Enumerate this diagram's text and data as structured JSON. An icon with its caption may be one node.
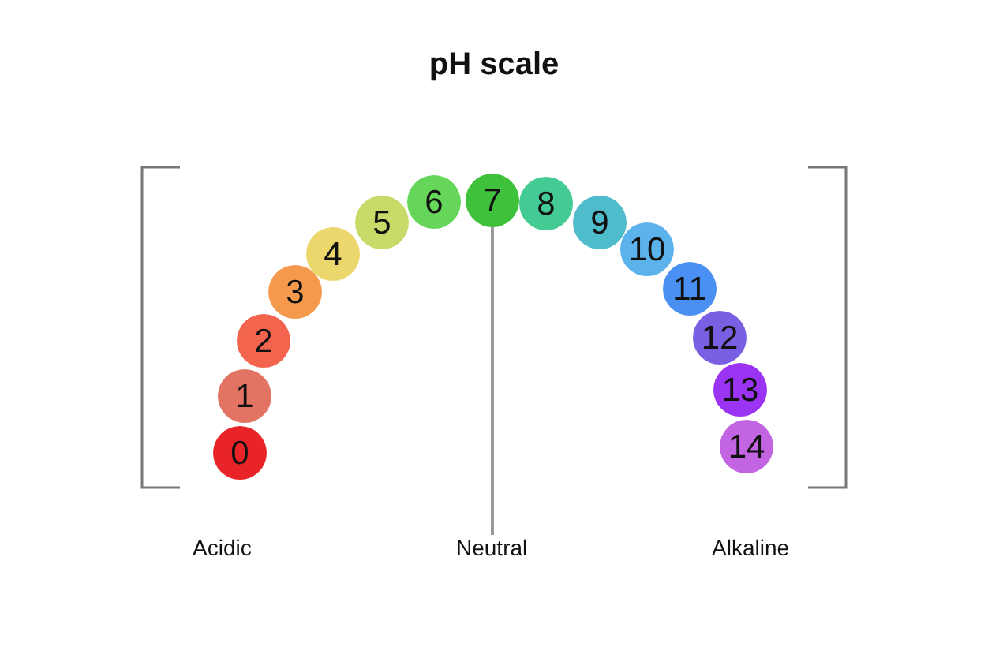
{
  "diagram": {
    "title": "pH scale",
    "nodes": [
      {
        "text": [
          "0"
        ]
      },
      {
        "text": [
          "1"
        ]
      },
      {
        "text": [
          "2"
        ]
      },
      {
        "text": [
          "3"
        ]
      },
      {
        "text": [
          "4"
        ]
      },
      {
        "text": [
          "5"
        ]
      },
      {
        "text": [
          "6"
        ]
      },
      {
        "text": [
          "7"
        ]
      },
      {
        "text": [
          "8"
        ]
      },
      {
        "text": [
          "9"
        ]
      },
      {
        "text": [
          "10"
        ]
      },
      {
        "text": [
          "11"
        ]
      },
      {
        "text": [
          "12"
        ]
      },
      {
        "text": [
          "13"
        ]
      },
      {
        "text": [
          "14"
        ]
      },
      {
        "text": [
          "Neutral"
        ]
      }
    ],
    "edges": [
      {
        "from": 15,
        "to": 7,
        "arrow": "none"
      }
    ],
    "labels": [
      "Acidic",
      "Alkaline"
    ]
  }
}
